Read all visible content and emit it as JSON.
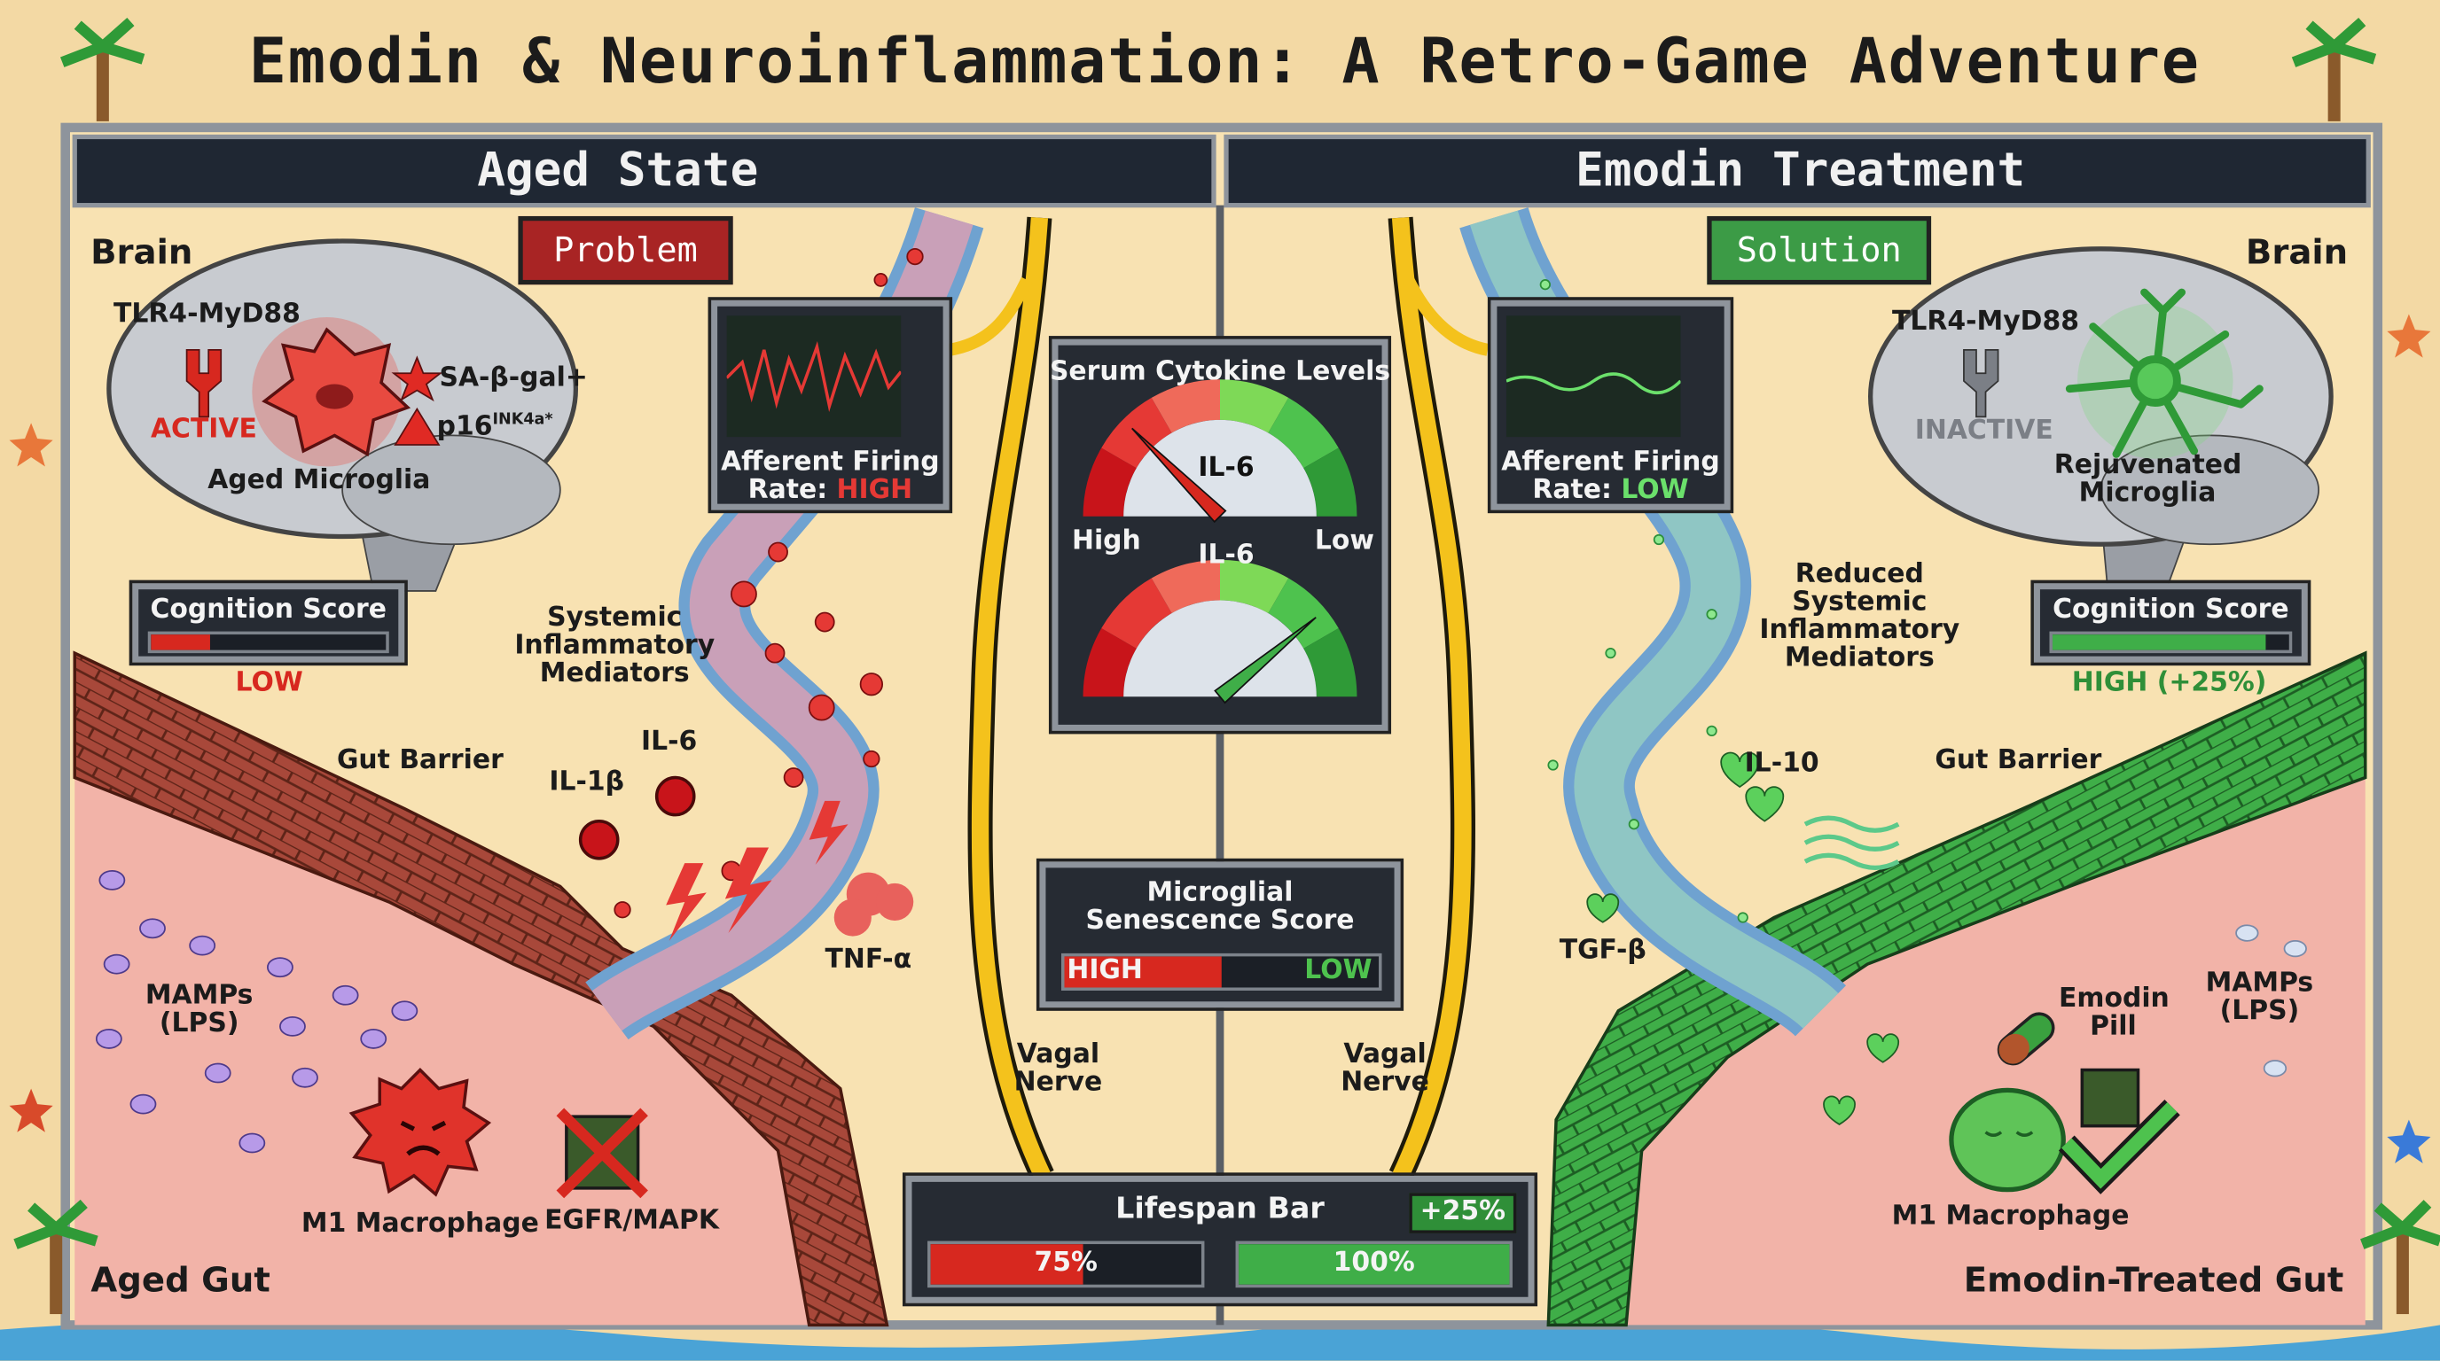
{
  "title": "Emodin & Neuroinflammation: A Retro-Game Adventure",
  "colors": {
    "problem_red": "#c0282b",
    "solution_green": "#3c9b46",
    "background": "#f3d9a4",
    "panel_dark": "#262b33"
  },
  "left": {
    "header": "Aged State",
    "badge": "Problem",
    "brain_label": "Brain",
    "receptor_label": "TLR4-MyD88",
    "receptor_state": "ACTIVE",
    "marker_1": "SA-β-gal+",
    "marker_2_base": "p16",
    "marker_2_sup": "INK4a*",
    "microglia_label": "Aged Microglia",
    "monitor": {
      "line1": "Afferent Firing",
      "line2_prefix": "Rate: ",
      "line2_value": "HIGH"
    },
    "cognition": {
      "title": "Cognition Score",
      "value_label": "LOW",
      "level": 0.25
    },
    "mediators_label": "Systemic Inflammatory Mediators",
    "gut_barrier_label": "Gut Barrier",
    "cytokines": [
      "IL-1β",
      "IL-6",
      "TNF-α"
    ],
    "mamps_label": "MAMPs (LPS)",
    "macrophage_label": "M1 Macrophage",
    "pathway_label": "EGFR/MAPK",
    "gut_label": "Aged Gut"
  },
  "right": {
    "header": "Emodin Treatment",
    "badge": "Solution",
    "brain_label": "Brain",
    "receptor_label": "TLR4-MyD88",
    "receptor_state": "INACTIVE",
    "microglia_label": "Rejuvenated Microglia",
    "monitor": {
      "line1": "Afferent Firing",
      "line2_prefix": "Rate: ",
      "line2_value": "LOW"
    },
    "cognition": {
      "title": "Cognition Score",
      "value_label": "HIGH (+25%)",
      "level": 0.9
    },
    "mediators_label": "Reduced Systemic Inflammatory Mediators",
    "cytokines": [
      "IL-10",
      "TGF-β"
    ],
    "gut_barrier_label": "Gut Barrier",
    "pill_label": "Emodin Pill",
    "mamps_label": "MAMPs (LPS)",
    "macrophage_label": "M1 Macrophage",
    "gut_label": "Emodin-Treated Gut"
  },
  "center": {
    "cytokine_panel": {
      "title": "Serum Cytokine Levels",
      "gauge_label": "IL-6",
      "high_label": "High",
      "low_label": "Low",
      "aged_needle_high_to_low": 0.25,
      "treated_needle_high_to_low": 0.78
    },
    "senescence": {
      "title": "Microglial Senescence Score",
      "high_label": "HIGH",
      "low_label": "LOW",
      "level": 0.5
    },
    "vagal_label": "Vagal Nerve",
    "lifespan": {
      "title": "Lifespan Bar",
      "aged_label": "75%",
      "aged_value": 75,
      "treated_label": "100%",
      "treated_value": 100,
      "gain_label": "+25%"
    }
  }
}
